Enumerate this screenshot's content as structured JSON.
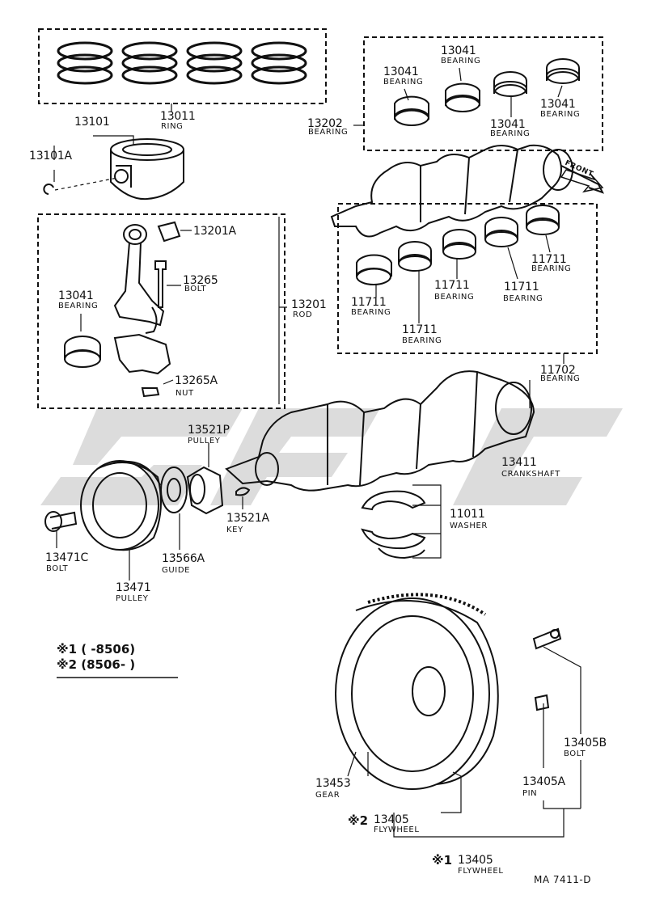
{
  "parts": {
    "ring": {
      "number": "13011",
      "name": "RING"
    },
    "piston": {
      "number": "13101"
    },
    "piston_pin_clip": {
      "number": "13101A"
    },
    "con_rod_bearing_top": {
      "number": "13041",
      "name": "BEARING"
    },
    "con_rod_bearing_left": {
      "number": "13041",
      "name": "BEARING"
    },
    "con_rod_bearing_mid": {
      "number": "13041",
      "name": "BEARING"
    },
    "con_rod_bearing_right": {
      "number": "13041",
      "name": "BEARING"
    },
    "con_rod_bearing_set": {
      "number": "13202",
      "name": "BEARING"
    },
    "rod_bushing": {
      "number": "13201A"
    },
    "rod_bolt": {
      "number": "13265",
      "name": "BOLT"
    },
    "rod_bearing": {
      "number": "13041",
      "name": "BEARING"
    },
    "rod": {
      "number": "13201",
      "name": "ROD"
    },
    "rod_nut": {
      "number": "13265A",
      "name": "NUT"
    },
    "main_bearing_a": {
      "number": "11711",
      "name": "BEARING"
    },
    "main_bearing_b": {
      "number": "11711",
      "name": "BEARING"
    },
    "main_bearing_c": {
      "number": "11711",
      "name": "BEARING"
    },
    "main_bearing_d": {
      "number": "11711",
      "name": "BEARING"
    },
    "main_bearing_e": {
      "number": "11711",
      "name": "BEARING"
    },
    "main_bearing_set": {
      "number": "11702",
      "name": "BEARING"
    },
    "timing_pulley": {
      "number": "13521P",
      "name": "PULLEY"
    },
    "crankshaft": {
      "number": "13411",
      "name": "CRANKSHAFT"
    },
    "key": {
      "number": "13521A",
      "name": "KEY"
    },
    "thrust_washer": {
      "number": "11011",
      "name": "WASHER"
    },
    "pulley_bolt": {
      "number": "13471C",
      "name": "BOLT"
    },
    "guide": {
      "number": "13566A",
      "name": "GUIDE"
    },
    "crank_pulley": {
      "number": "13471",
      "name": "PULLEY"
    },
    "flywheel_bolt": {
      "number": "13405B",
      "name": "BOLT"
    },
    "ring_gear": {
      "number": "13453",
      "name": "GEAR"
    },
    "flywheel_pin": {
      "number": "13405A",
      "name": "PIN"
    },
    "flywheel_2": {
      "mark": "※2",
      "number": "13405",
      "name": "FLYWHEEL"
    },
    "flywheel_1": {
      "mark": "※1",
      "number": "13405",
      "name": "FLYWHEEL"
    }
  },
  "front_label": "FRONT",
  "notes": {
    "note1": "※1 (     -8506)",
    "note2": "※2 (8506-      )"
  },
  "drawing_code": "MA 7411-D",
  "colors": {
    "line": "#111111",
    "watermark": "#d6d6d6"
  }
}
